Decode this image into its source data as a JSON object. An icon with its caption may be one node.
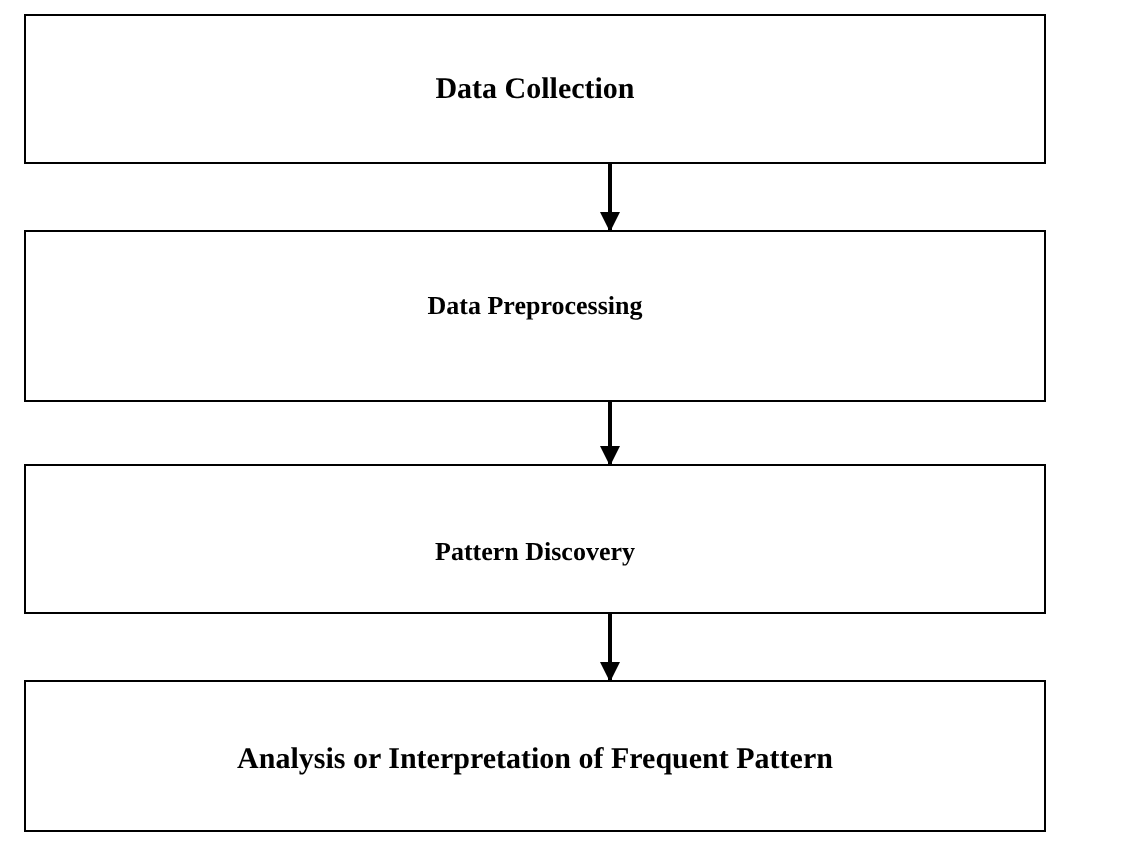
{
  "diagram": {
    "nodes": [
      {
        "text": [
          "Data Collection"
        ]
      },
      {
        "text": [
          "Data Preprocessing"
        ]
      },
      {
        "text": [
          "Pattern Discovery"
        ]
      },
      {
        "text": [
          "Analysis or Interpretation of Frequent Pattern"
        ]
      }
    ],
    "edges": [
      {
        "from": 0,
        "to": 1,
        "arrow": "to"
      },
      {
        "from": 1,
        "to": 2,
        "arrow": "to"
      },
      {
        "from": 2,
        "to": 3,
        "arrow": "to"
      }
    ]
  }
}
